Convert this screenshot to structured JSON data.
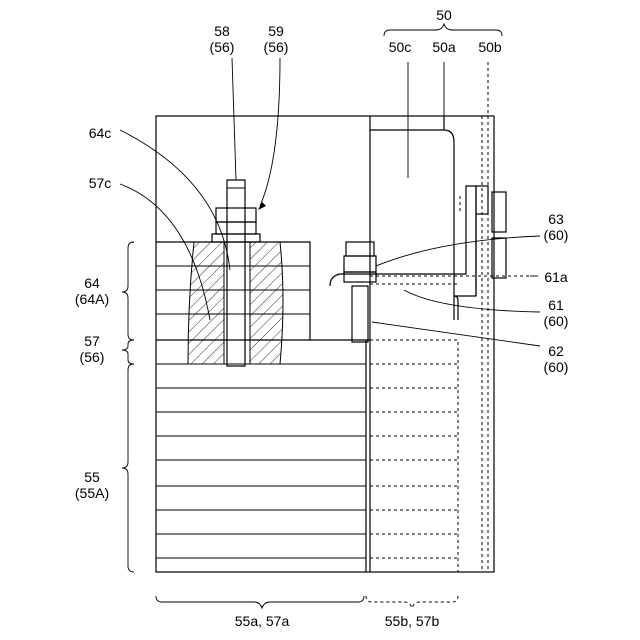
{
  "labels": {
    "l50": "50",
    "l50c": "50c",
    "l50a": "50a",
    "l50b": "50b",
    "l58a": "58",
    "l58b": "(56)",
    "l59a": "59",
    "l59b": "(56)",
    "l64c": "64c",
    "l57c": "57c",
    "l64a": "64",
    "l64b": "(64A)",
    "l57a": "57",
    "l57b": "(56)",
    "l55a": "55",
    "l55b": "(55A)",
    "l63a": "63",
    "l63b": "(60)",
    "l61a_lbl": "61a",
    "l61a": "61",
    "l61b": "(60)",
    "l62a": "62",
    "l62b": "(60)",
    "bottomLeft": "55a, 57a",
    "bottomRight": "55b, 57b"
  }
}
